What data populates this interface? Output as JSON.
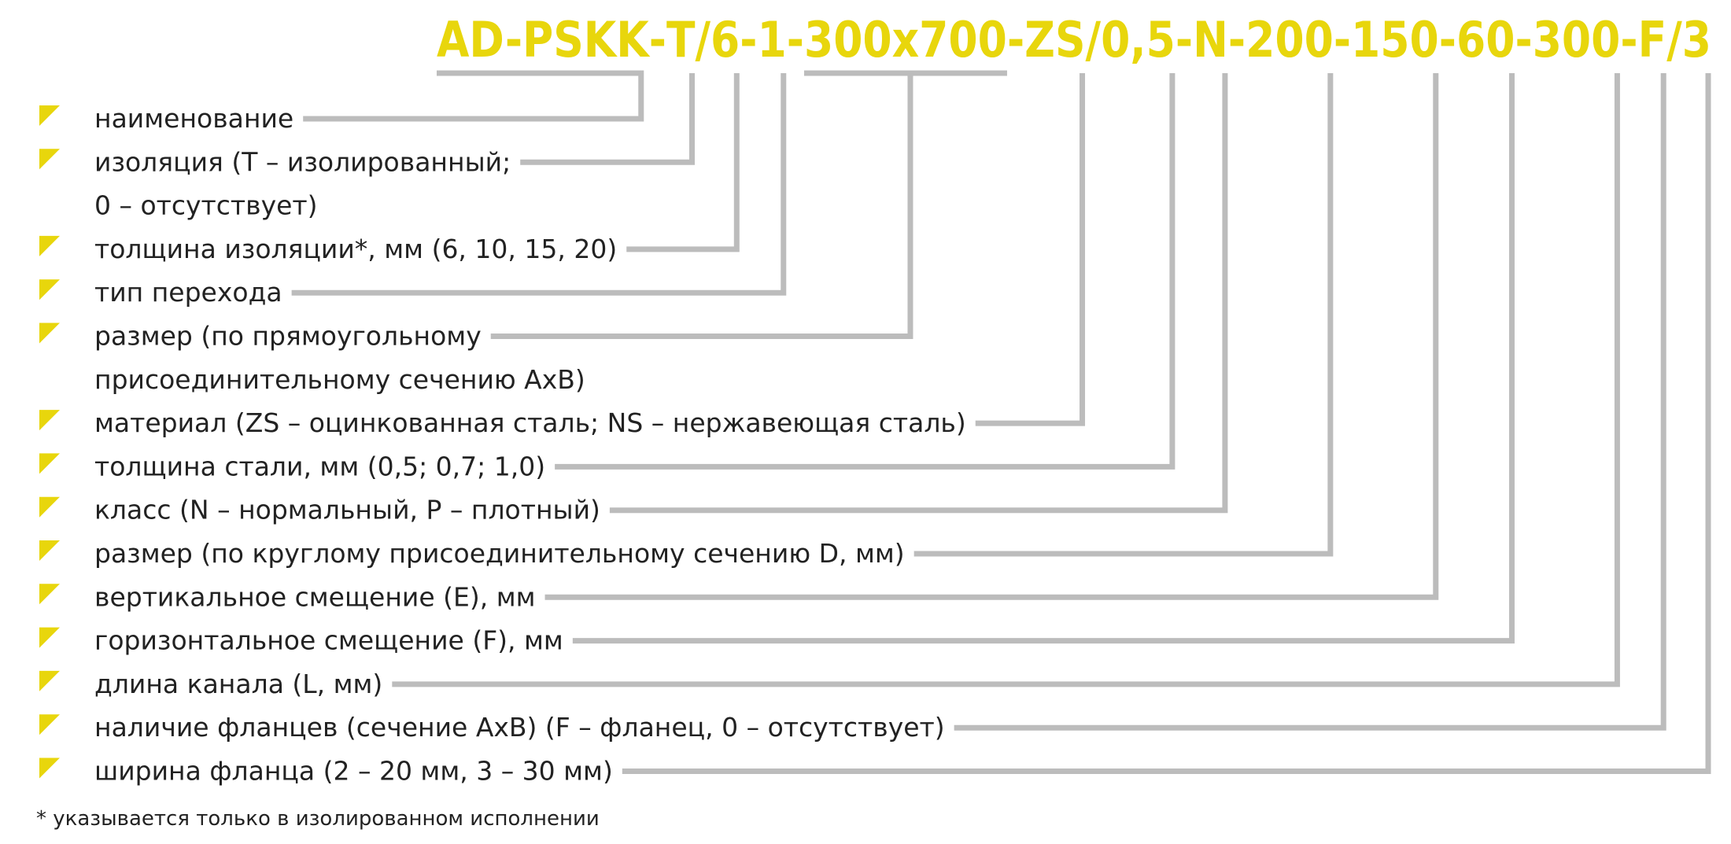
{
  "colors": {
    "accent": "#e8d60c",
    "connector": "#bcbcbc",
    "text": "#222222",
    "background": "#ffffff"
  },
  "marker_icon": "yellow-triangle-bullet-icon",
  "code_segments": [
    {
      "id": "name",
      "text": "AD-PSKK"
    },
    {
      "id": "sep1",
      "text": "-"
    },
    {
      "id": "insulation",
      "text": "T"
    },
    {
      "id": "sep2",
      "text": "/"
    },
    {
      "id": "insulation-thickness",
      "text": "6"
    },
    {
      "id": "sep3",
      "text": "-"
    },
    {
      "id": "transition-type",
      "text": "1"
    },
    {
      "id": "sep4",
      "text": "-"
    },
    {
      "id": "rect-size",
      "text": "300x700"
    },
    {
      "id": "sep5",
      "text": "-"
    },
    {
      "id": "material",
      "text": "ZS"
    },
    {
      "id": "sep6",
      "text": "/"
    },
    {
      "id": "steel-thickness",
      "text": "0,5"
    },
    {
      "id": "sep7",
      "text": "-"
    },
    {
      "id": "class",
      "text": "N"
    },
    {
      "id": "sep8",
      "text": "-"
    },
    {
      "id": "round-size",
      "text": "200"
    },
    {
      "id": "sep9",
      "text": "-"
    },
    {
      "id": "vertical-offset",
      "text": "150"
    },
    {
      "id": "sep10",
      "text": "-"
    },
    {
      "id": "horizontal-offset",
      "text": "60"
    },
    {
      "id": "sep11",
      "text": "-"
    },
    {
      "id": "channel-length",
      "text": "300"
    },
    {
      "id": "sep12",
      "text": "-"
    },
    {
      "id": "flanges",
      "text": "F"
    },
    {
      "id": "sep13",
      "text": "/"
    },
    {
      "id": "flange-width",
      "text": "3"
    }
  ],
  "items": [
    {
      "segment": "name",
      "lines": [
        "наименование"
      ]
    },
    {
      "segment": "insulation",
      "lines": [
        "изоляция (Т – изолированный;",
        "0 – отсутствует)"
      ]
    },
    {
      "segment": "insulation-thickness",
      "lines": [
        "толщина изоляции*, мм (6, 10, 15, 20)"
      ]
    },
    {
      "segment": "transition-type",
      "lines": [
        "тип перехода"
      ]
    },
    {
      "segment": "rect-size",
      "lines": [
        "размер (по прямоугольному",
        "присоединительному сечению AxB)"
      ]
    },
    {
      "segment": "material",
      "lines": [
        "материал (ZS – оцинкованная сталь; NS – нержавеющая сталь)"
      ]
    },
    {
      "segment": "steel-thickness",
      "lines": [
        "толщина стали, мм (0,5; 0,7; 1,0)"
      ]
    },
    {
      "segment": "class",
      "lines": [
        "класс (N – нормальный, P – плотный)"
      ]
    },
    {
      "segment": "round-size",
      "lines": [
        "размер (по круглому присоединительному сечению D, мм)"
      ]
    },
    {
      "segment": "vertical-offset",
      "lines": [
        "вертикальное смещение (E), мм"
      ]
    },
    {
      "segment": "horizontal-offset",
      "lines": [
        "горизонтальное смещение (F), мм"
      ]
    },
    {
      "segment": "channel-length",
      "lines": [
        "длина канала (L, мм)"
      ]
    },
    {
      "segment": "flanges",
      "lines": [
        "наличие фланцев (сечение AxB) (F – фланец, 0 – отсутствует)"
      ]
    },
    {
      "segment": "flange-width",
      "lines": [
        "ширина фланца (2 – 20 мм, 3 – 30 мм)"
      ]
    }
  ],
  "footnote": "* указывается только в изолированном исполнении"
}
